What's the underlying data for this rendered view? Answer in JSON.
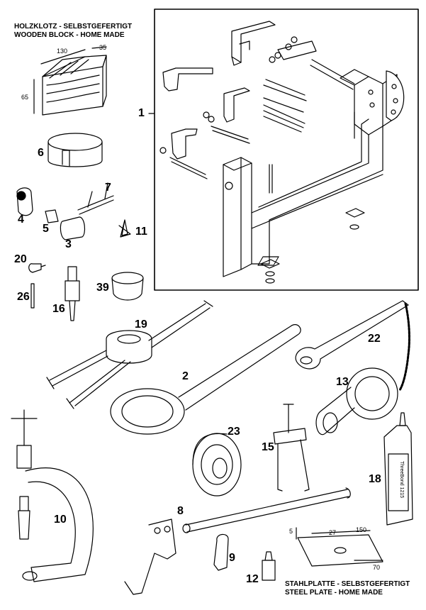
{
  "captions": {
    "wood_de": "HOLZKLOTZ - SELBSTGEFERTIGT",
    "wood_en": "WOODEN BLOCK - HOME MADE",
    "steel_de": "STAHLPLATTE - SELBSTGEFERTIGT",
    "steel_en": "STEEL PLATE - HOME MADE"
  },
  "dimensions": {
    "wood_length": "130",
    "wood_width": "35",
    "wood_height": "65",
    "plate_thickness": "5",
    "plate_hole": "27",
    "plate_length": "150",
    "plate_width": "70"
  },
  "callouts": {
    "p1": "1",
    "p2": "2",
    "p3": "3",
    "p4": "4",
    "p5": "5",
    "p6": "6",
    "p7": "7",
    "p8": "8",
    "p9": "9",
    "p10": "10",
    "p11": "11",
    "p12": "12",
    "p13": "13",
    "p15": "15",
    "p16": "16",
    "p18": "18",
    "p19": "19",
    "p20": "20",
    "p22": "22",
    "p23": "23",
    "p26": "26",
    "p39": "39"
  },
  "tube_label": "ThreeBond 1215"
}
